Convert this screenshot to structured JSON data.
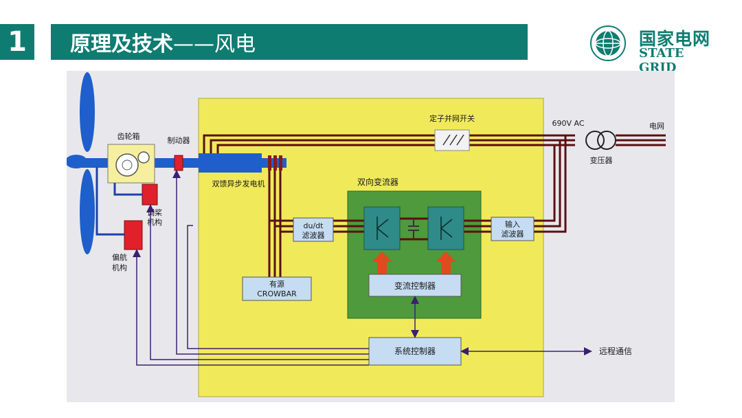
{
  "header": {
    "section_number": "1",
    "title_bold": "原理及技术",
    "title_light": "——风电"
  },
  "logo": {
    "cn": "国家电网",
    "en": "STATE GRID"
  },
  "diagram": {
    "labels": {
      "gearbox": "齿轮箱",
      "brake": "制动器",
      "generator": "双馈异步发电机",
      "pitch_line1": "调桨",
      "pitch_line2": "机构",
      "yaw_line1": "偏航",
      "yaw_line2": "机构",
      "stator_switch": "定子并网开关",
      "voltage": "690V AC",
      "grid": "电网",
      "transformer": "变压器",
      "converter": "双向变流器",
      "dudt_line1": "du/dt",
      "dudt_line2": "滤波器",
      "input_filter_line1": "输入",
      "input_filter_line2": "滤波器",
      "crowbar_line1": "有源",
      "crowbar_line2": "CROWBAR",
      "converter_controller": "变流控制器",
      "system_controller": "系统控制器",
      "remote_comm": "远程通信"
    },
    "colors": {
      "background": "#e8e8ec",
      "panel": "#f0ea5a",
      "converter_panel": "#4f9a3c",
      "box": "#c5dcf2",
      "igbt": "#2f8a8a",
      "wire": "#5a0f12",
      "shaft": "#1f5fcc",
      "signal": "#3a1f73",
      "arrow": "#e04a1e",
      "actuator": "#e0202a"
    }
  }
}
